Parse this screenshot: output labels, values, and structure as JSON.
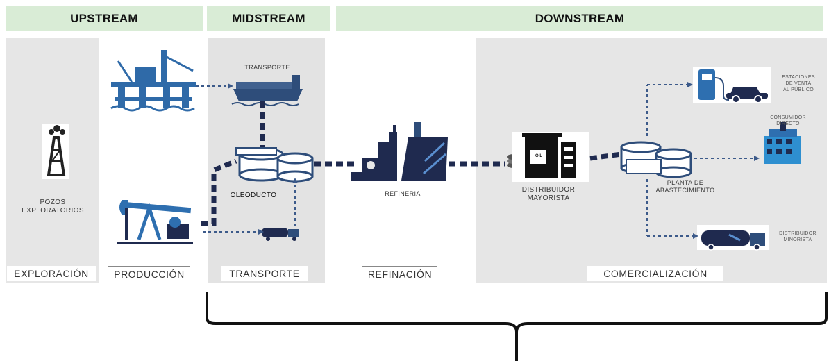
{
  "headers": {
    "upstream": "UPSTREAM",
    "midstream": "MIDSTREAM",
    "downstream": "DOWNSTREAM"
  },
  "stages": {
    "exploracion": "EXPLORACIÓN",
    "produccion": "PRODUCCIÓN",
    "transporte": "TRANSPORTE",
    "refinacion": "REFINACIÓN",
    "comercializacion": "COMERCIALIZACIÓN"
  },
  "labels": {
    "pozos_line1": "POZOS",
    "pozos_line2": "EXPLORATORIOS",
    "transporte_ship": "TRANSPORTE",
    "oleoducto": "OLEODUCTO",
    "refineria": "REFINERIA",
    "distribuidor_line1": "DISTRIBUIDOR",
    "distribuidor_line2": "MAYORISTA",
    "planta_line1": "PLANTA DE",
    "planta_line2": "ABASTECIMIENTO",
    "estaciones_line1": "ESTACIONES",
    "estaciones_line2": "DE VENTA",
    "estaciones_line3": "AL PÚBLICO",
    "consumidor_line1": "CONSUMIDOR",
    "consumidor_line2": "DIRECTO",
    "minorista_line1": "DISTRIBUIDOR",
    "minorista_line2": "MINORISTA",
    "barrel_text": "OIL"
  },
  "colors": {
    "header_bg": "#d9ecd6",
    "panel_bg": "#e6e6e6",
    "icon_navy": "#1f2a4f",
    "icon_blue": "#2e6fb0",
    "flow_dash": "#3c5a8a"
  }
}
